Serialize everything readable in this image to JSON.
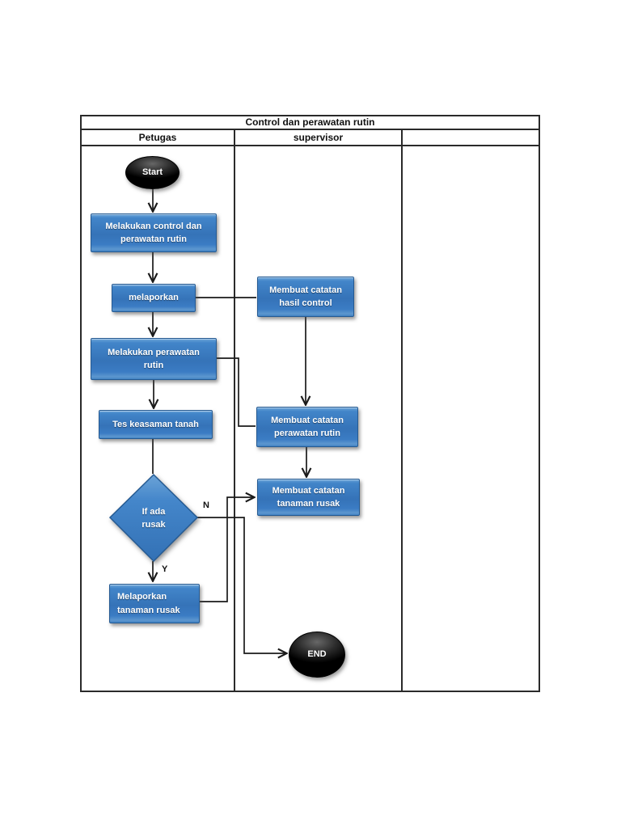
{
  "frame": {
    "title": "Control dan perawatan rutin",
    "lanes": [
      {
        "label": "Petugas"
      },
      {
        "label": "supervisor"
      },
      {
        "label": ""
      }
    ]
  },
  "nodes": {
    "start": "Start",
    "melakukan_control": "Melakukan control dan\nperawatan rutin",
    "melaporkan": "melaporkan",
    "catatan_hasil_control": "Membuat catatan\nhasil control",
    "melakukan_perawatan": "Melakukan perawatan\nrutin",
    "tes_keasaman": "Tes keasaman tanah",
    "catatan_perawatan_rutin": "Membuat catatan\nperawatan rutin",
    "catatan_tanaman_rusak": "Membuat catatan\ntanaman rusak",
    "if_ada_rusak": "If ada\nrusak",
    "melaporkan_tanaman_rusak": "Melaporkan\ntanaman rusak",
    "end": "END"
  },
  "edge_labels": {
    "no": "N",
    "yes": "Y"
  },
  "colors": {
    "node_fill": "#3b7cc4",
    "node_border": "#255a92",
    "connector": "#1a1a1a",
    "terminator_fill": "#000000",
    "frame_border": "#2a2a2a"
  }
}
